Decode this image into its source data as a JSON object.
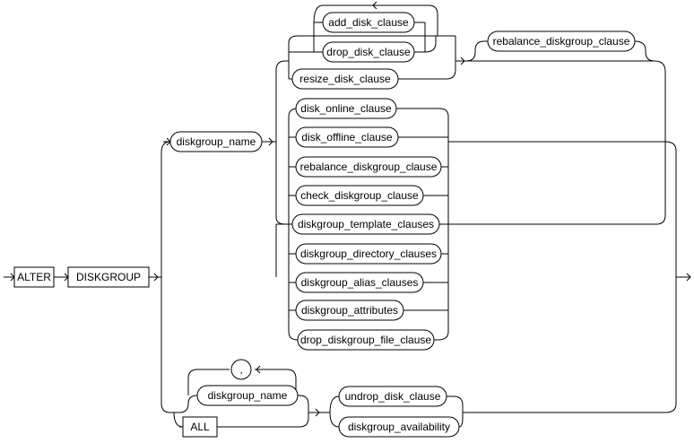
{
  "keywords": {
    "alter": "ALTER",
    "diskgroup": "DISKGROUP",
    "all": "ALL"
  },
  "nonterminals": {
    "diskgroup_name": "diskgroup_name",
    "add_disk_clause": "add_disk_clause",
    "drop_disk_clause": "drop_disk_clause",
    "resize_disk_clause": "resize_disk_clause",
    "rebalance_diskgroup_clause_top": "rebalance_diskgroup_clause",
    "disk_online_clause": "disk_online_clause",
    "disk_offline_clause": "disk_offline_clause",
    "rebalance_diskgroup_clause": "rebalance_diskgroup_clause",
    "check_diskgroup_clause": "check_diskgroup_clause",
    "diskgroup_template_clauses": "diskgroup_template_clauses",
    "diskgroup_directory_clauses": "diskgroup_directory_clauses",
    "diskgroup_alias_clauses": "diskgroup_alias_clauses",
    "diskgroup_attributes": "diskgroup_attributes",
    "drop_diskgroup_file_clause": "drop_diskgroup_file_clause",
    "diskgroup_name_list": "diskgroup_name",
    "undrop_disk_clause": "undrop_disk_clause",
    "diskgroup_availability": "diskgroup_availability"
  },
  "separators": {
    "comma": ","
  }
}
